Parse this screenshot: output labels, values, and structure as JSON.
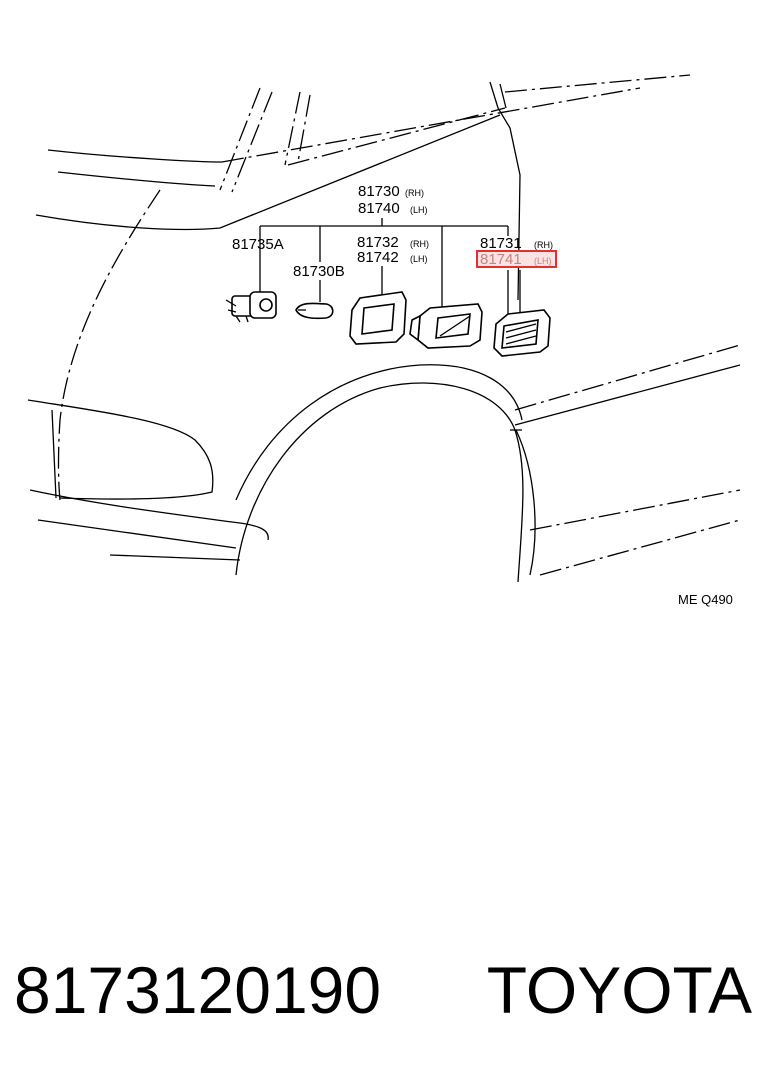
{
  "diagram": {
    "labels": {
      "p81730": "81730",
      "p81740": "81740",
      "p81735A": "81735A",
      "p81730B": "81730B",
      "p81732": "81732",
      "p81742": "81742",
      "p81731": "81731",
      "p81741": "81741",
      "rh": "(RH)",
      "lh": "(LH)"
    },
    "code": "ME Q490",
    "highlight_color": "#e03030"
  },
  "footer": {
    "part_number": "8173120190",
    "brand": "TOYOTA"
  }
}
